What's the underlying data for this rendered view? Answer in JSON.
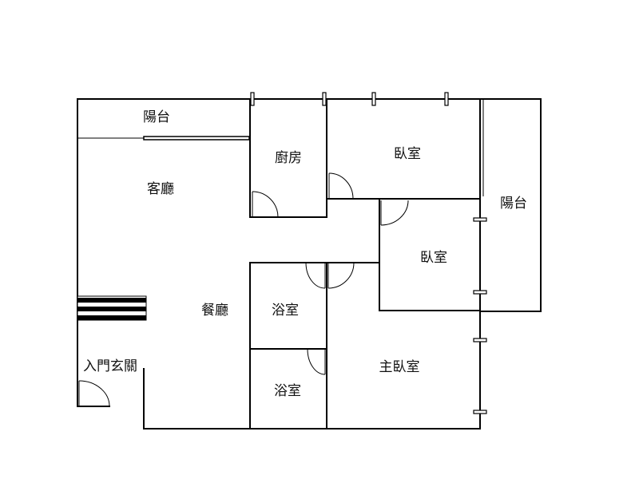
{
  "floor_plan": {
    "rooms": {
      "balcony_top": "陽台",
      "kitchen": "廚房",
      "bedroom_top": "臥室",
      "balcony_right": "陽台",
      "living_room": "客廳",
      "bedroom_middle": "臥室",
      "dining_room": "餐廳",
      "bathroom_1": "浴室",
      "bathroom_2": "浴室",
      "entrance": "入門玄關",
      "master_bedroom": "主臥室"
    },
    "line_color": "#000000",
    "background": "#ffffff"
  }
}
